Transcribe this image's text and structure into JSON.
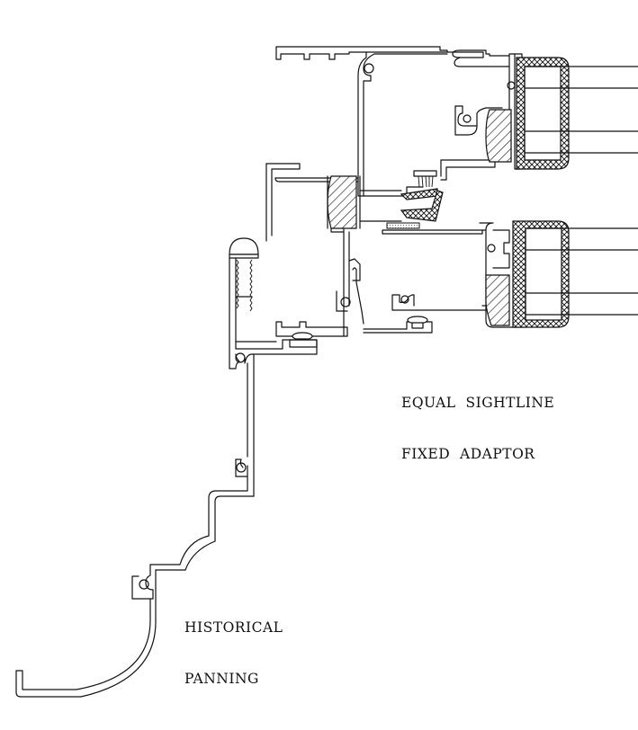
{
  "drawing": {
    "type": "architectural section detail",
    "line_color": "#111111",
    "background": "#ffffff"
  },
  "labels": {
    "equal_sightline_fixed_adaptor": {
      "line1": "EQUAL  SIGHTLINE",
      "line2": "FIXED  ADAPTOR"
    },
    "historical_panning": {
      "line1": "HISTORICAL",
      "line2": "PANNING"
    }
  },
  "components": [
    {
      "name": "upper-frame-extrusion"
    },
    {
      "name": "upper-glazing-unit"
    },
    {
      "name": "upper-thermal-break"
    },
    {
      "name": "weather-stripping-brush"
    },
    {
      "name": "lower-sash-glazing-unit"
    },
    {
      "name": "lower-thermal-break"
    },
    {
      "name": "fixed-adaptor-extrusion"
    },
    {
      "name": "screw-fastener"
    },
    {
      "name": "setting-blocks"
    },
    {
      "name": "historical-panning-extrusion"
    }
  ]
}
